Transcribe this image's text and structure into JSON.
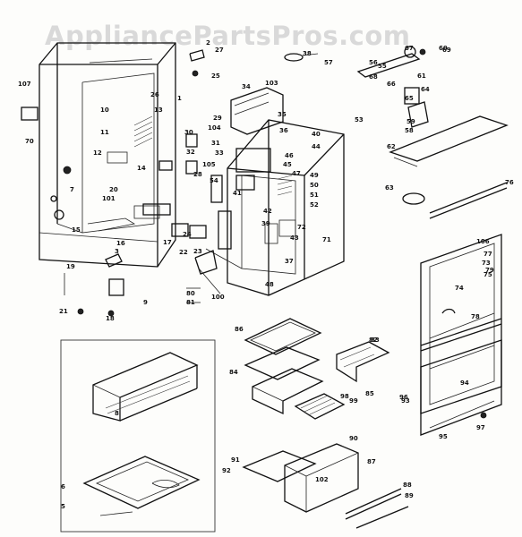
{
  "watermark": "AppliancePartsPros.com",
  "callouts": [
    "1",
    "2",
    "3",
    "5",
    "6",
    "7",
    "8",
    "9",
    "10",
    "11",
    "12",
    "13",
    "14",
    "15",
    "16",
    "17",
    "18",
    "19",
    "20",
    "21",
    "22",
    "23",
    "24",
    "25",
    "26",
    "27",
    "28",
    "29",
    "30",
    "31",
    "32",
    "33",
    "34",
    "35",
    "36",
    "37",
    "38",
    "39",
    "40",
    "41",
    "42",
    "43",
    "44",
    "45",
    "46",
    "47",
    "48",
    "49",
    "50",
    "51",
    "52",
    "53",
    "54",
    "55",
    "56",
    "57",
    "58",
    "59",
    "60",
    "61",
    "62",
    "63",
    "64",
    "65",
    "66",
    "67",
    "68",
    "69",
    "70",
    "71",
    "72",
    "73",
    "74",
    "75",
    "76",
    "77",
    "78",
    "79",
    "80",
    "81",
    "82",
    "83",
    "84",
    "85",
    "86",
    "87",
    "88",
    "89",
    "90",
    "91",
    "92",
    "93",
    "94",
    "95",
    "96",
    "97",
    "98",
    "99",
    "100",
    "101",
    "102",
    "103",
    "104",
    "105",
    "106",
    "107"
  ],
  "colors": {
    "ink": "#111111",
    "watermark": "#d9d9d9",
    "paper": "#fdfdfb"
  }
}
